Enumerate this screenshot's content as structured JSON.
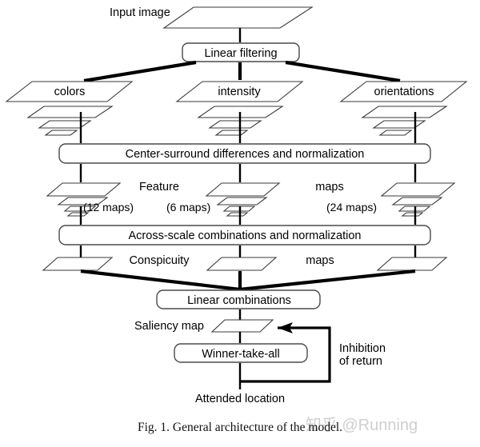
{
  "figure": {
    "caption": "Fig. 1.   General architecture of the model.",
    "watermark": "知乎 @Running"
  },
  "nodes": {
    "input_image_label": "Input image",
    "linear_filtering": "Linear filtering",
    "colors": "colors",
    "intensity": "intensity",
    "orientations": "orientations",
    "center_surround": "Center-surround differences and normalization",
    "feature_word": "Feature",
    "maps_word": "maps",
    "maps_12": "(12 maps)",
    "maps_6": "(6 maps)",
    "maps_24": "(24 maps)",
    "across_scale": "Across-scale combinations and normalization",
    "conspicuity_word": "Conspicuity",
    "conspicuity_maps_word": "maps",
    "linear_combinations": "Linear combinations",
    "saliency_map": "Saliency map",
    "winner_take_all": "Winner-take-all",
    "inhibition_line1": "Inhibition",
    "inhibition_line2": "of return",
    "attended_location": "Attended location"
  },
  "colors": {
    "background": "#ffffff",
    "stroke": "#000000",
    "shape_stroke": "#3a3a3a",
    "box_stroke": "#4a4a4a",
    "watermark": "#cfcfcf"
  }
}
